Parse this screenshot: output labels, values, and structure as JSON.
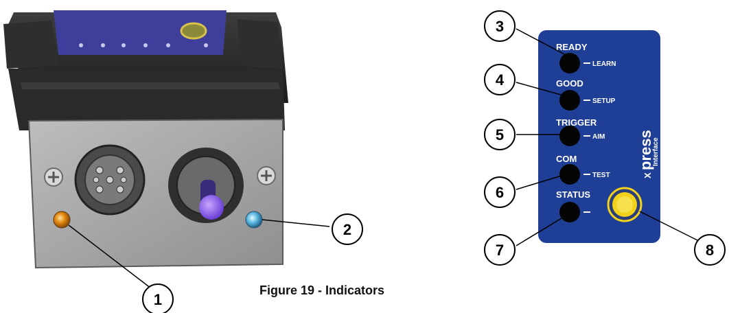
{
  "caption": "Figure 19 - Indicators",
  "callouts": [
    "1",
    "2",
    "3",
    "4",
    "5",
    "6",
    "7",
    "8"
  ],
  "panel": {
    "brand_main": "press",
    "brand_sub": "Interface",
    "brand_x": "X",
    "indicators": [
      {
        "label": "READY",
        "sublabel": "LEARN"
      },
      {
        "label": "GOOD",
        "sublabel": "SETUP"
      },
      {
        "label": "TRIGGER",
        "sublabel": "AIM"
      },
      {
        "label": "COM",
        "sublabel": "TEST"
      },
      {
        "label": "STATUS",
        "sublabel": ""
      }
    ]
  },
  "colors": {
    "panel_blue": "#1f3f96",
    "led_orange": "#e0860e",
    "led_blue": "#5ab7e0",
    "button_yellow": "#f2d21b"
  }
}
